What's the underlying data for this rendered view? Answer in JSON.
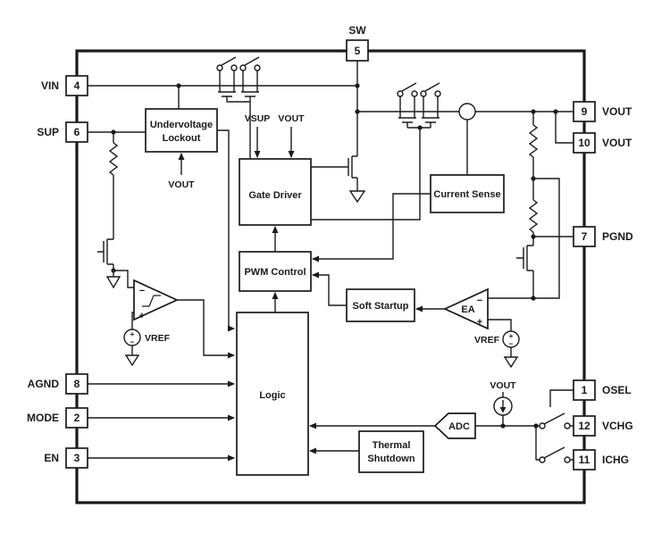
{
  "diagram": {
    "pins": {
      "sw": {
        "num": "5",
        "label": "SW"
      },
      "vin": {
        "num": "4",
        "label": "VIN"
      },
      "sup": {
        "num": "6",
        "label": "SUP"
      },
      "agnd": {
        "num": "8",
        "label": "AGND"
      },
      "mode": {
        "num": "2",
        "label": "MODE"
      },
      "en": {
        "num": "3",
        "label": "EN"
      },
      "vout9": {
        "num": "9",
        "label": "VOUT"
      },
      "vout10": {
        "num": "10",
        "label": "VOUT"
      },
      "pgnd": {
        "num": "7",
        "label": "PGND"
      },
      "osel": {
        "num": "1",
        "label": "OSEL"
      },
      "vchg": {
        "num": "12",
        "label": "VCHG"
      },
      "ichg": {
        "num": "11",
        "label": "ICHG"
      }
    },
    "blocks": {
      "uvlo": {
        "line1": "Undervoltage",
        "line2": "Lockout"
      },
      "gate_driver": "Gate Driver",
      "current_sense": "Current Sense",
      "pwm_control": "PWM Control",
      "soft_startup": "Soft Startup",
      "logic": "Logic",
      "thermal": {
        "line1": "Thermal",
        "line2": "Shutdown"
      },
      "adc": "ADC",
      "ea": "EA"
    },
    "labels": {
      "vsup": "VSUP",
      "gate_driver_vout": "VOUT",
      "uvlo_vout": "VOUT",
      "vref_left": "VREF",
      "vref_right": "VREF",
      "source_vout": "VOUT",
      "plus": "+",
      "minus": "−"
    },
    "colors": {
      "line": "#1a1a1a",
      "background": "#ffffff"
    }
  }
}
